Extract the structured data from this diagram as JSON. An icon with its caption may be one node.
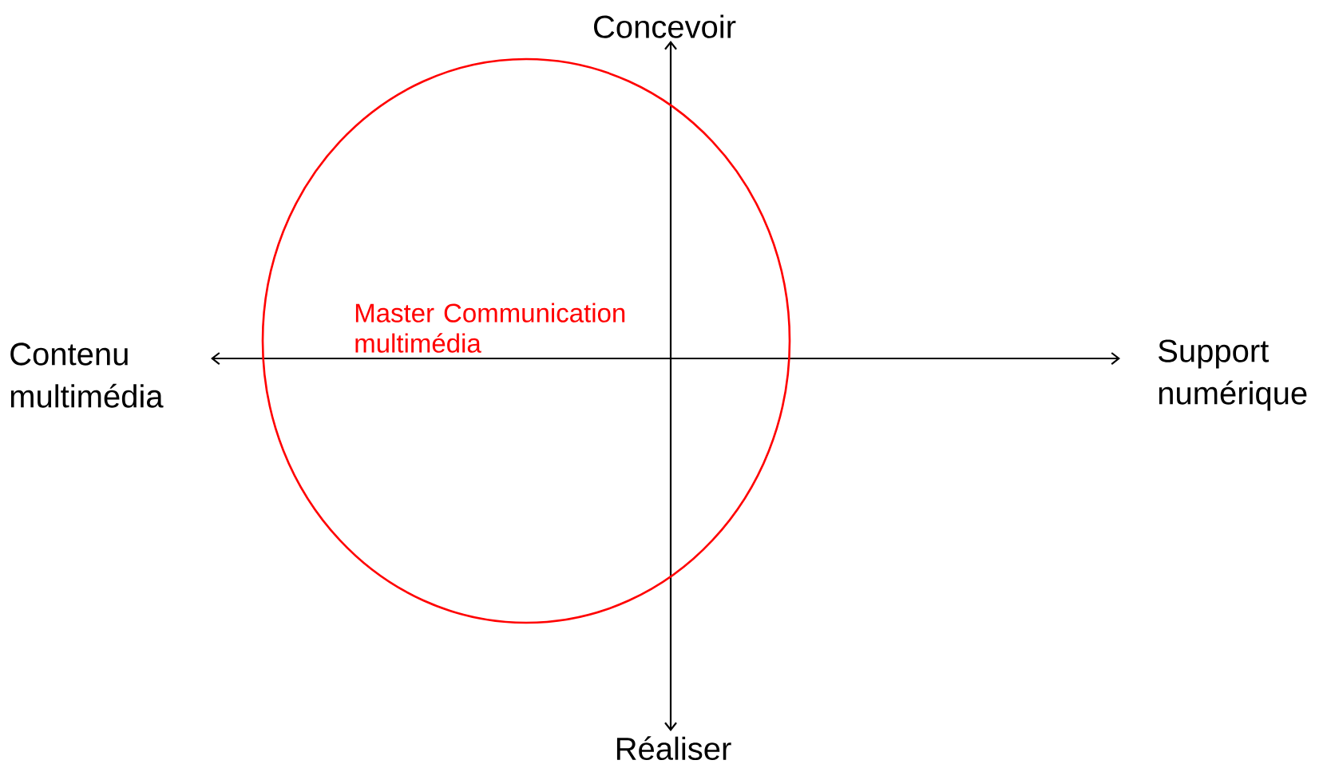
{
  "diagram": {
    "nodes": [
      {
        "text": [
          "Master Communication multimédia"
        ]
      }
    ],
    "labels": [
      "Concevoir",
      "Contenu multimédia",
      "Support numérique",
      "Réaliser"
    ]
  }
}
